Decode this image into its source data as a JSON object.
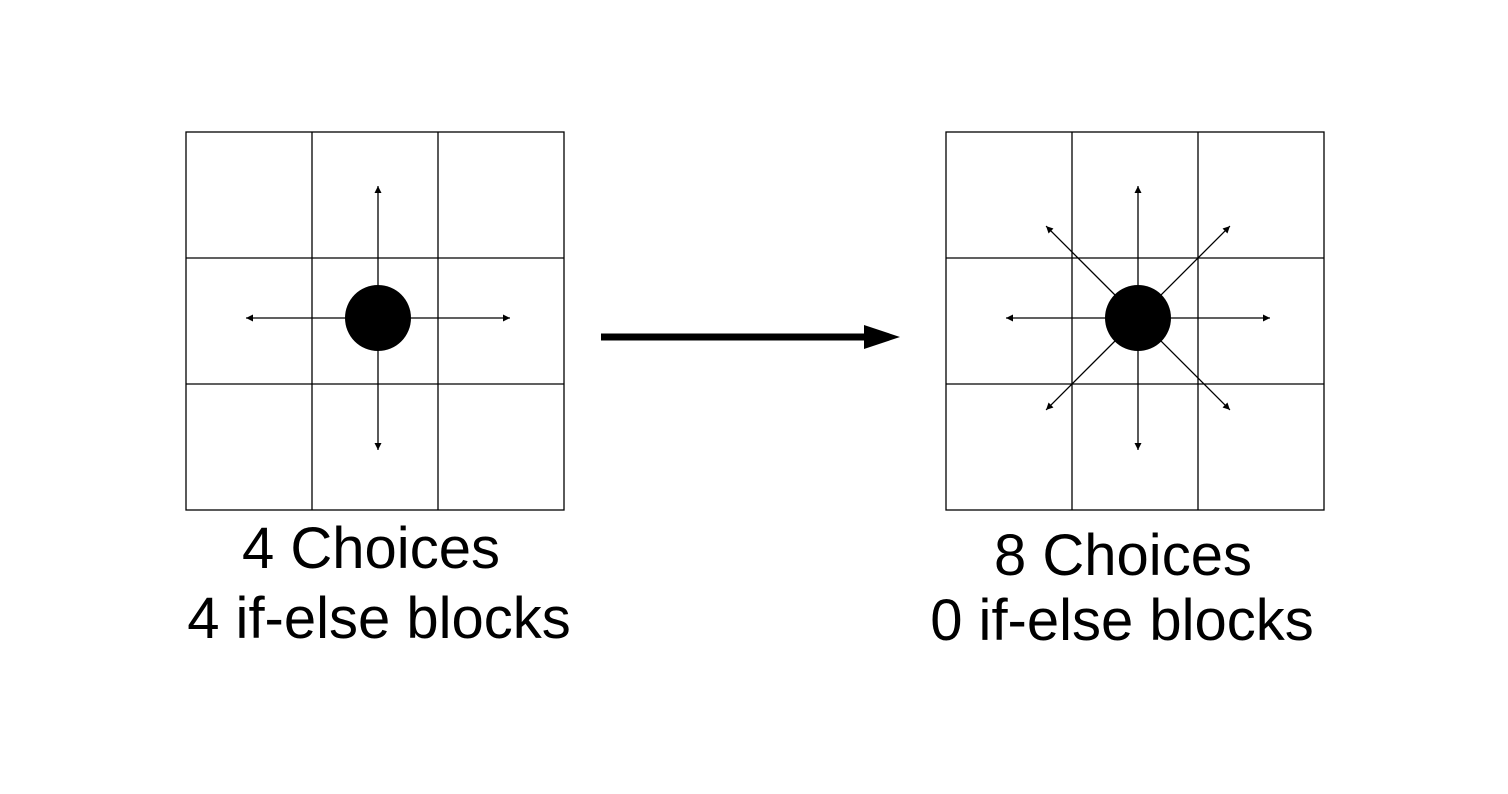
{
  "colors": {
    "background": "#ffffff",
    "ink": "#000000"
  },
  "panels": [
    {
      "caption_line1": "4 Choices",
      "caption_line2": "4 if-else blocks",
      "directions": [
        "up",
        "down",
        "left",
        "right"
      ]
    },
    {
      "caption_line1": "8 Choices",
      "caption_line2": "0 if-else blocks",
      "directions": [
        "up",
        "down",
        "left",
        "right",
        "up-left",
        "up-right",
        "down-left",
        "down-right"
      ]
    }
  ],
  "transition_arrow": {
    "icon": "right-arrow-icon"
  }
}
